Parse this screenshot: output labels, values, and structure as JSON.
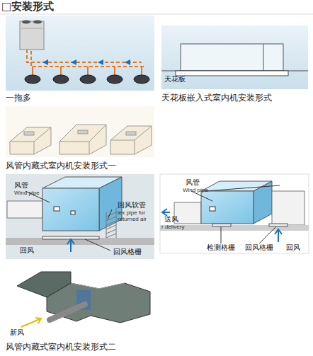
{
  "diagram": {
    "title": "□安装形式",
    "labels": [
      "一拖多",
      "天花板",
      "天花板嵌入式室内机安装形式",
      "风管内藏式室内机安装形式一",
      "风管",
      "Wind pipe",
      "回风软管",
      "lex pipe for returned air",
      "回风",
      "回风格栅",
      "风管",
      "Wind pipe",
      "送风",
      "r delivery",
      "检测格栅",
      "回风格栅",
      "回风",
      "新风",
      "风管内藏式室内机安装形式二"
    ]
  }
}
